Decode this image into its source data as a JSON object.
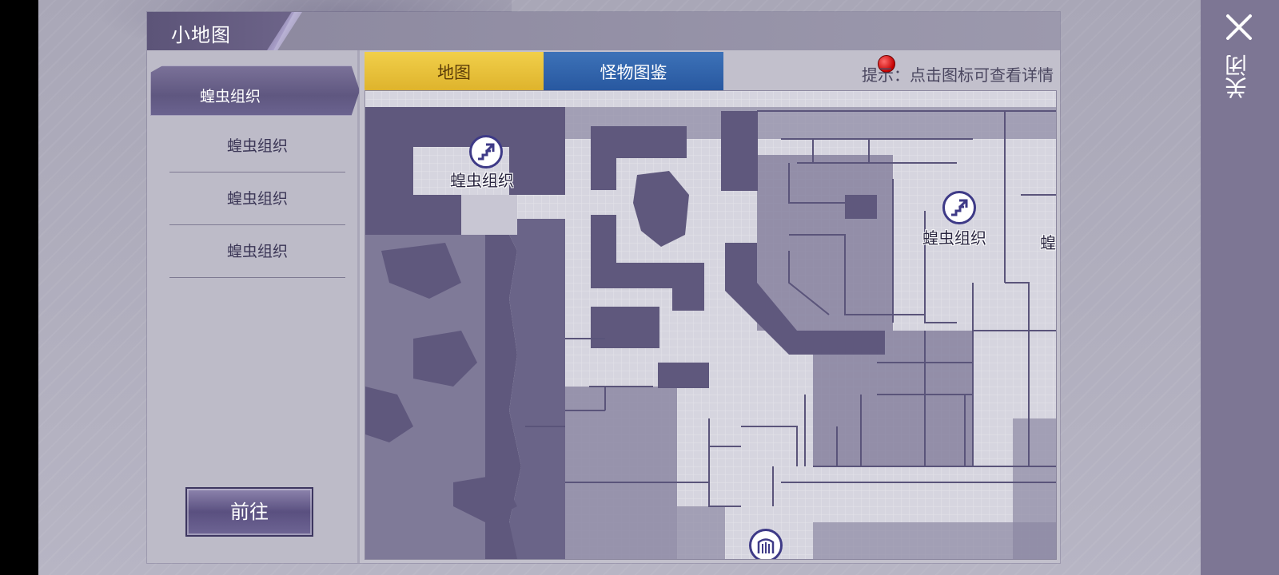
{
  "window": {
    "title": "小地图"
  },
  "sidebar": {
    "active_item": "蝗虫组织",
    "items": [
      "蝗虫组织",
      "蝗虫组织",
      "蝗虫组织"
    ],
    "go_button": "前往"
  },
  "tabs": {
    "map": "地图",
    "monsters": "怪物图鉴"
  },
  "hint": "提示：点击图标可查看详情",
  "map": {
    "markers": [
      {
        "label": "蝗虫组织",
        "icon": "stairs-up-icon"
      },
      {
        "label": "蝗虫组织",
        "icon": "stairs-up-icon"
      },
      {
        "label": "蝗",
        "icon": ""
      },
      {
        "label": "",
        "icon": "gate-icon"
      }
    ]
  },
  "close": {
    "label": "关闭"
  },
  "colors": {
    "panel_purple": "#7d7694",
    "tab_yellow": "#d6a71f",
    "tab_blue": "#2858a0",
    "wall_purple": "#5f587d",
    "floor_light": "#d9d8e0"
  }
}
